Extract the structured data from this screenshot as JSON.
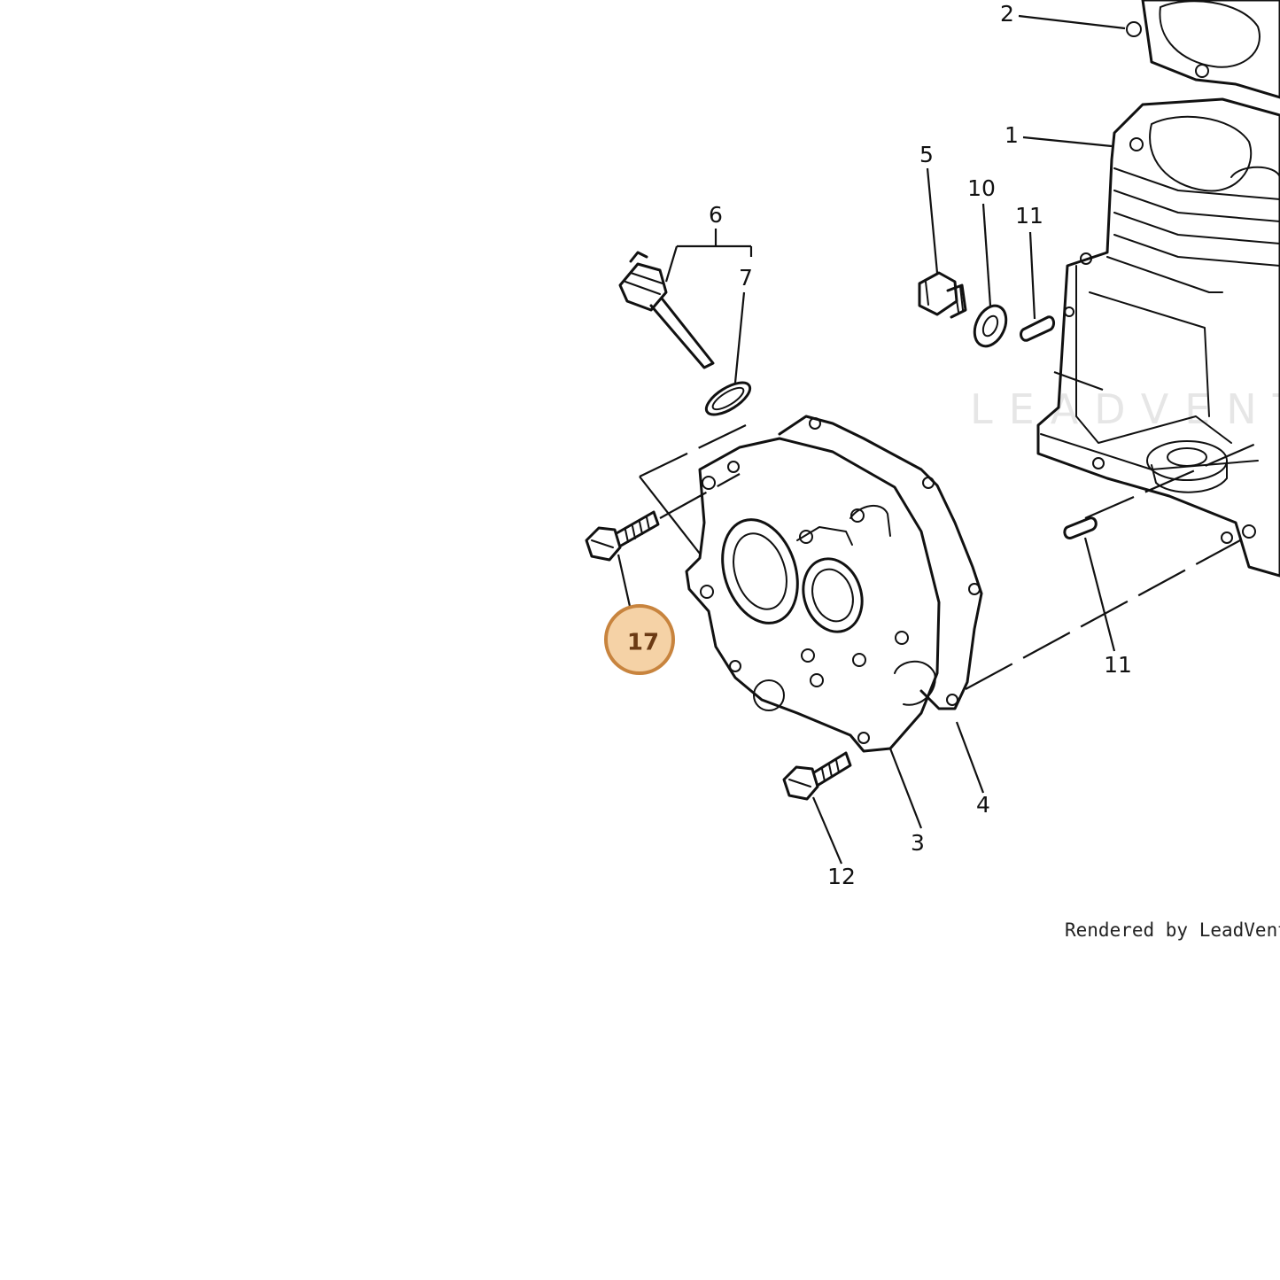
{
  "diagram": {
    "labels": {
      "l1": "1",
      "l2": "2",
      "l3": "3",
      "l4": "4",
      "l5": "5",
      "l6": "6",
      "l7": "7",
      "l10": "10",
      "l11a": "11",
      "l11b": "11",
      "l12": "12",
      "l17": "17"
    },
    "highlight": {
      "part": "17",
      "fill": "#f5d2a6",
      "stroke": "#c8843e"
    },
    "watermark": "LEADVENTURE",
    "credit": "Rendered by LeadVenture"
  }
}
